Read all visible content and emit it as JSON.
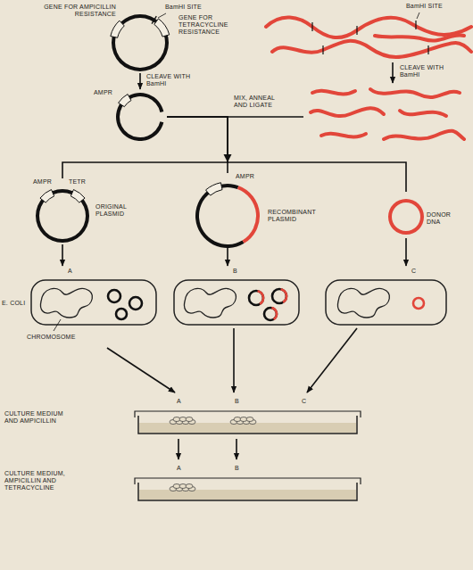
{
  "diagram": {
    "nodes": [
      {
        "text": [
          "GENE FOR AMPICILLIN RESISTANCE",
          "BamHI SITE",
          "GENE FOR TETRACYCLINE RESISTANCE"
        ]
      },
      {
        "text": [
          "AMPR"
        ]
      },
      {
        "text": [
          "AMPR",
          "TETR",
          "ORIGINAL PLASMID"
        ]
      },
      {
        "text": [
          "AMPR",
          "RECOMBINANT PLASMID"
        ]
      },
      {
        "text": [
          "DONOR DNA"
        ]
      },
      {
        "text": [
          "A",
          "CHROMOSOME"
        ]
      },
      {
        "text": [
          "B"
        ]
      },
      {
        "text": [
          "C"
        ]
      },
      {
        "text": [
          "CULTURE MEDIUM AND AMPICILLIN",
          "A",
          "B",
          "C"
        ]
      },
      {
        "text": [
          "CULTURE MEDIUM, AMPICILLIN AND TETRACYCLINE",
          "A",
          "B"
        ]
      }
    ],
    "edges": [
      {
        "from": 0,
        "to": 1,
        "label": "CLEAVE WITH BamHI",
        "arrow": "to"
      },
      {
        "from": 1,
        "to": 2,
        "arrow": "none"
      },
      {
        "from": 1,
        "to": 3,
        "arrow": "none"
      },
      {
        "from": 1,
        "to": 4,
        "arrow": "none"
      },
      {
        "from": 2,
        "to": 5,
        "arrow": "to"
      },
      {
        "from": 3,
        "to": 6,
        "arrow": "to"
      },
      {
        "from": 4,
        "to": 7,
        "arrow": "to"
      },
      {
        "from": 5,
        "to": 8,
        "arrow": "to"
      },
      {
        "from": 6,
        "to": 8,
        "arrow": "to"
      },
      {
        "from": 7,
        "to": 8,
        "arrow": "to"
      },
      {
        "from": 8,
        "to": 9,
        "arrow": "to"
      },
      {
        "from": 8,
        "to": 9,
        "arrow": "to"
      }
    ],
    "labels": [
      "BamHI SITE",
      "CLEAVE WITH BamHI",
      "MIX, ANNEAL AND LIGATE",
      "E. COLI"
    ]
  }
}
